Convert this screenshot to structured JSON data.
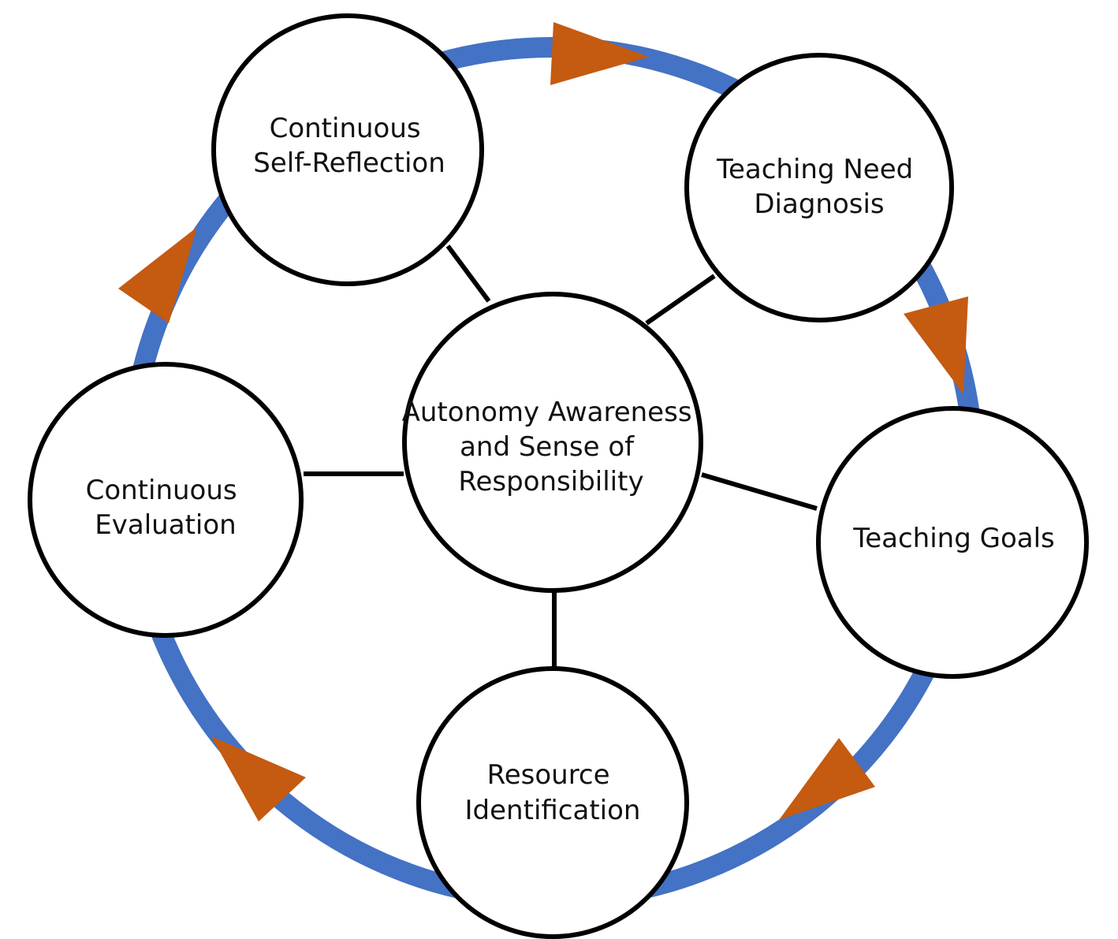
{
  "colors": {
    "ring": "#4472c4",
    "arrow": "#c55a11",
    "node_stroke": "#000000",
    "node_fill": "#ffffff",
    "connector": "#000000"
  },
  "center": {
    "lines": [
      "Autonomy Awareness",
      "and Sense of",
      "Responsibility"
    ]
  },
  "nodes": [
    {
      "id": "continuous-self-reflection",
      "lines": [
        "Continuous",
        "Self-Reflection"
      ]
    },
    {
      "id": "teaching-need-diagnosis",
      "lines": [
        "Teaching Need",
        "Diagnosis"
      ]
    },
    {
      "id": "teaching-goals",
      "lines": [
        "Teaching Goals"
      ]
    },
    {
      "id": "resource-identification",
      "lines": [
        "Resource",
        "Identification"
      ]
    },
    {
      "id": "continuous-evaluation",
      "lines": [
        "Continuous",
        "Evaluation"
      ]
    }
  ],
  "flow_direction": "clockwise"
}
